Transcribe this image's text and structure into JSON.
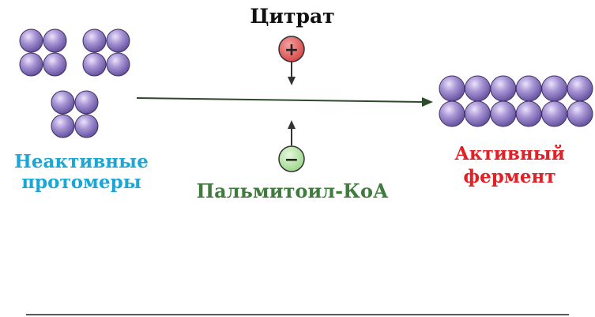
{
  "labels": {
    "activator": "Цитрат",
    "inhibitor": "Пальмитоил-КоА",
    "inactive_line1": "Неактивные",
    "inactive_line2": "протомеры",
    "active_line1": "Активный",
    "active_line2": "фермент"
  },
  "signs": {
    "activator": "+",
    "inhibitor": "−"
  },
  "colors": {
    "activator_text": "#111111",
    "inhibitor_text": "#3f7b3c",
    "inactive_text": "#1aa6d6",
    "active_text": "#e41f26",
    "activator_circle": "#e05a5a",
    "inhibitor_circle": "#a6e094",
    "protomer_sphere": "#9a84cc",
    "reaction_arrow": "#2e4a2c"
  }
}
